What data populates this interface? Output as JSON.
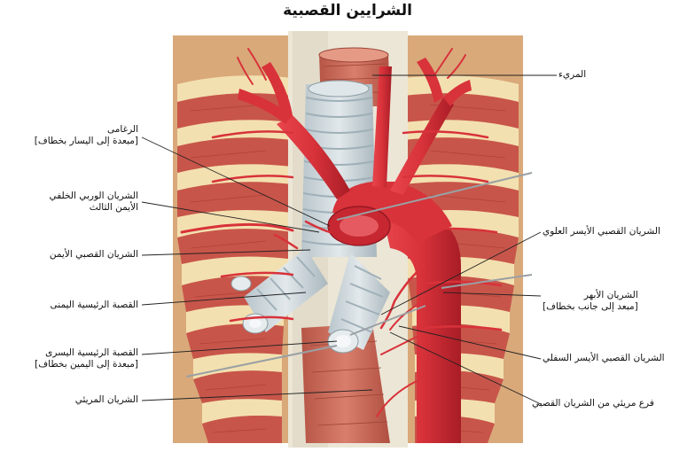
{
  "title": "الشرايين القصبية",
  "labels": {
    "esophagus": "المريء",
    "pleura_line1": "الرغامى",
    "pleura_line2": "[مبعدة إلى اليسار بخطاف]",
    "post_intercostal_line1": "الشريان الوربي الخلفي",
    "post_intercostal_line2": "الأيمن الثالث",
    "right_bronchial": "الشريان القصبي الأيمن",
    "right_main_bronchus": "القصبة الرئيسية اليمنى",
    "left_main_bronchus_line1": "القصبة الرئيسية اليسرى",
    "left_main_bronchus_line2": "[مبعدة إلى اليمين بخطاف]",
    "esophageal_artery": "الشريان المريئي",
    "left_superior_bronchial": "الشريان القصبي الأيسر العلوي",
    "aorta_line1": "الشريان الأبهر",
    "aorta_line2": "[مبعد إلى جانب بخطاف]",
    "left_inferior_bronchial": "الشريان القصبي الأيسر السفلي",
    "esophageal_branch": "فرع مريئي من الشريان القصبي"
  },
  "colors": {
    "rib": "#f3e0b0",
    "rib_shadow": "#e2c58e",
    "muscle": "#c8554a",
    "muscle_dark": "#a63a33",
    "artery": "#d8323a",
    "artery_dark": "#b01f28",
    "trachea": "#cfd8dc",
    "trachea_ring": "#9fb0b8",
    "esophagus": "#cf6a5a",
    "spine": "#ece6d6"
  }
}
